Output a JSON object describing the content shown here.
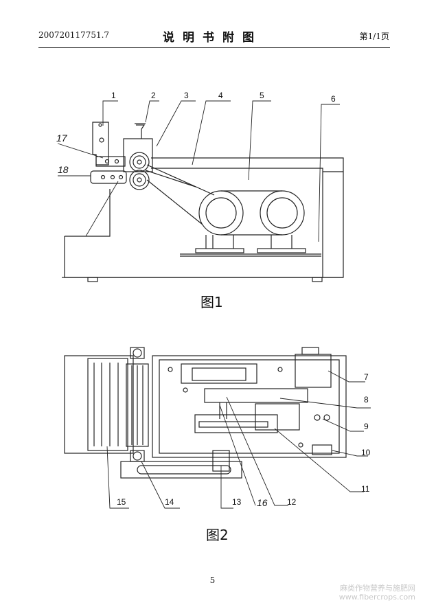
{
  "header": {
    "doc_number": "200720117751.7",
    "title": "说明书附图",
    "page_info": "第1/1页"
  },
  "figure1": {
    "caption": "图1",
    "labels": [
      "1",
      "2",
      "3",
      "4",
      "5",
      "6",
      "17",
      "18"
    ]
  },
  "figure2": {
    "caption": "图2",
    "labels": [
      "7",
      "8",
      "9",
      "10",
      "11",
      "12",
      "13",
      "14",
      "15",
      "16"
    ]
  },
  "footer": {
    "page_number": "5"
  },
  "watermark": {
    "line1": "麻类作物营养与施肥网",
    "line2": "www.fibercrops.com"
  }
}
